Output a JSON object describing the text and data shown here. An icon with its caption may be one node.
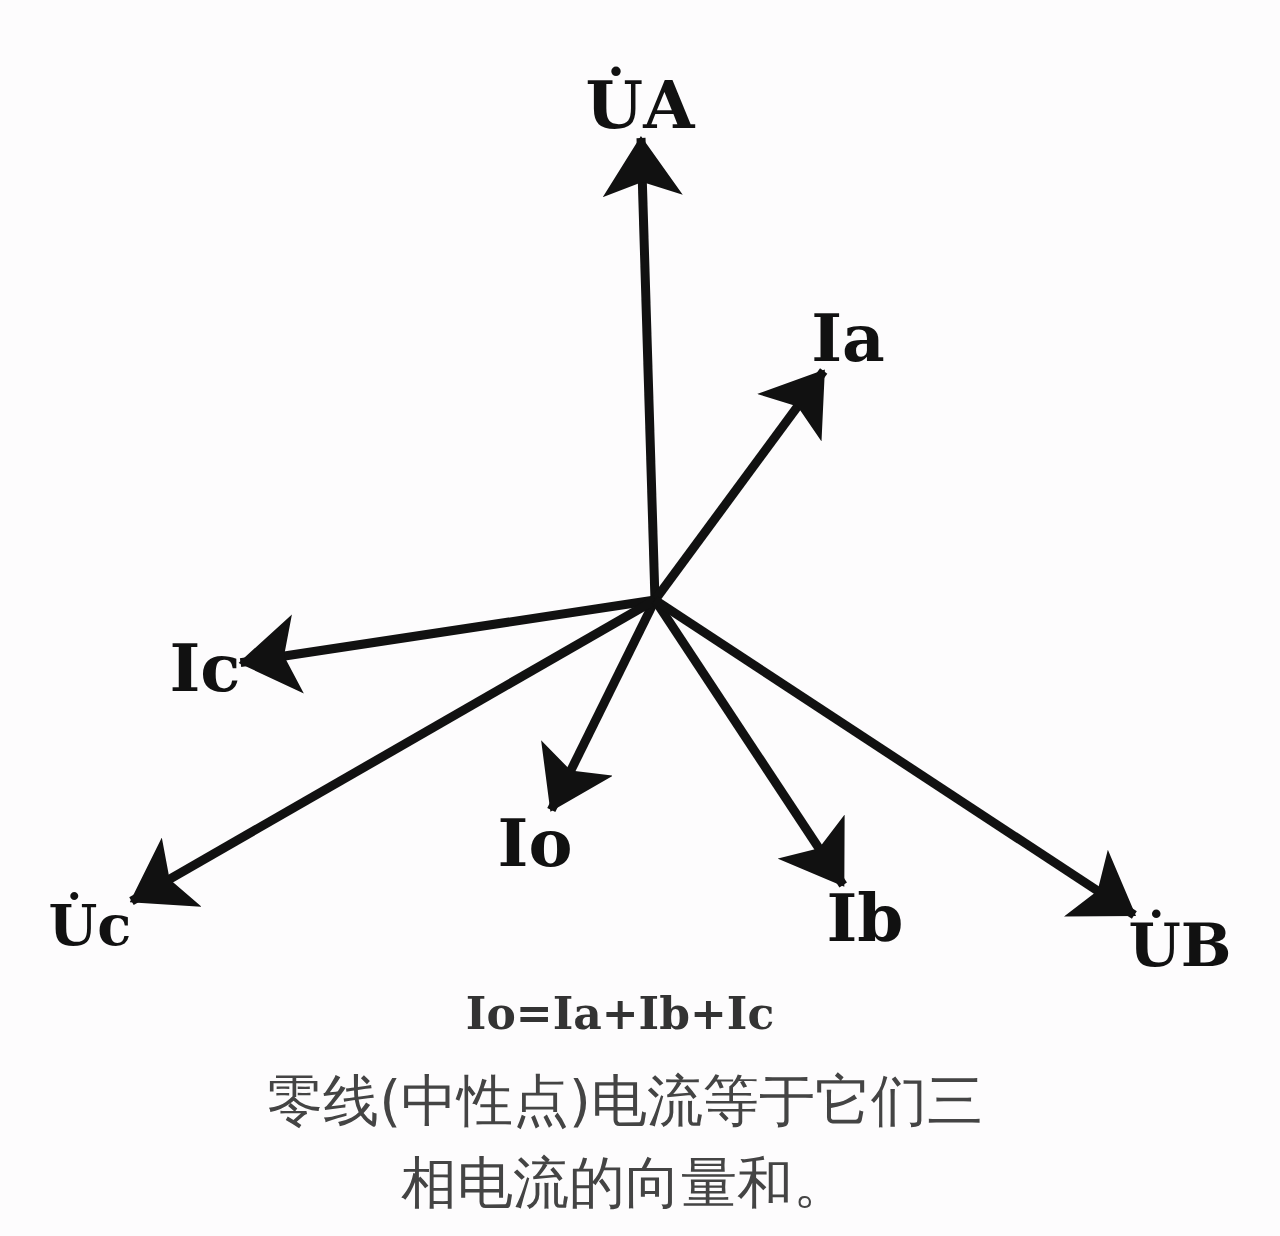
{
  "diagram": {
    "caption": "零线(中性点)电流等于它们三相电流的向量和。",
    "nodes": [
      {
        "text": [
          "U̇A"
        ]
      },
      {
        "text": [
          "Ia"
        ]
      },
      {
        "text": [
          "Ic"
        ]
      },
      {
        "text": [
          "Io"
        ]
      },
      {
        "text": [
          "U̇c"
        ]
      },
      {
        "text": [
          "Ib"
        ]
      },
      {
        "text": [
          "U̇B"
        ]
      }
    ],
    "edges": [
      {
        "from": null,
        "to": 0,
        "arrow": "to"
      },
      {
        "from": null,
        "to": 1,
        "arrow": "to"
      },
      {
        "from": null,
        "to": 2,
        "arrow": "to"
      },
      {
        "from": null,
        "to": 3,
        "arrow": "to"
      },
      {
        "from": null,
        "to": 4,
        "arrow": "to"
      },
      {
        "from": null,
        "to": 5,
        "arrow": "to"
      },
      {
        "from": null,
        "to": 6,
        "arrow": "to"
      }
    ],
    "labels": [
      "Io=Ia+Ib+Ic"
    ]
  }
}
